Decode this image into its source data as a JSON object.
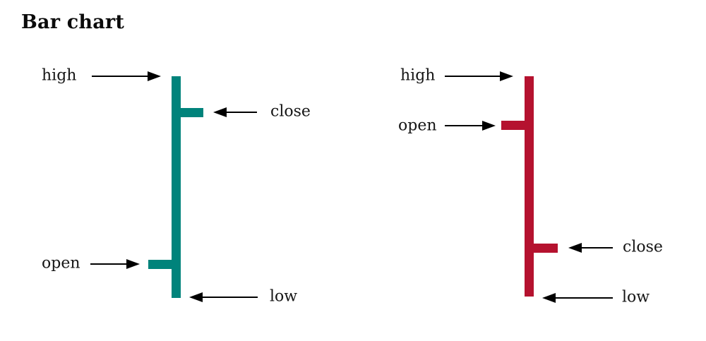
{
  "title": "Bar chart",
  "colors": {
    "up_bar": "#00837B",
    "down_bar": "#B5122F",
    "arrow": "#000000",
    "text": "#161616"
  },
  "up_bar": {
    "description": "bullish-ohlc-bar",
    "labels": {
      "high": "high",
      "close": "close",
      "open": "open",
      "low": "low"
    }
  },
  "down_bar": {
    "description": "bearish-ohlc-bar",
    "labels": {
      "high": "high",
      "open": "open",
      "close": "close",
      "low": "low"
    }
  }
}
